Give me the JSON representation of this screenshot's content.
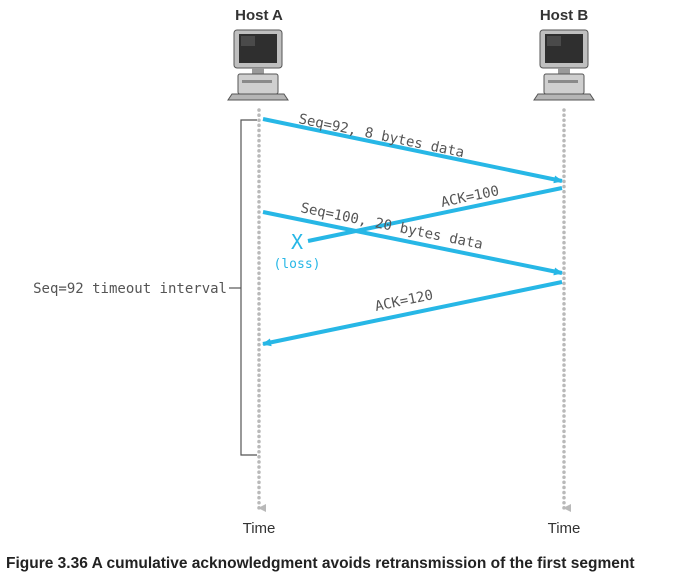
{
  "colors": {
    "accent": "#27b7e6",
    "timeline": "#b9b9b9",
    "text": "#333333"
  },
  "hosts": {
    "a_label": "Host A",
    "b_label": "Host B",
    "icon": "computer-icon"
  },
  "time_labels": {
    "a": "Time",
    "b": "Time"
  },
  "messages": {
    "seg1": "Seq=92, 8 bytes data",
    "ack1": "ACK=100",
    "seg2": "Seq=100, 20 bytes data",
    "ack2": "ACK=120"
  },
  "loss": {
    "mark": "X",
    "label": "(loss)"
  },
  "timeout_label": "Seq=92 timeout interval",
  "caption": "Figure 3.36 A cumulative acknowledgment avoids retransmission of the first segment"
}
